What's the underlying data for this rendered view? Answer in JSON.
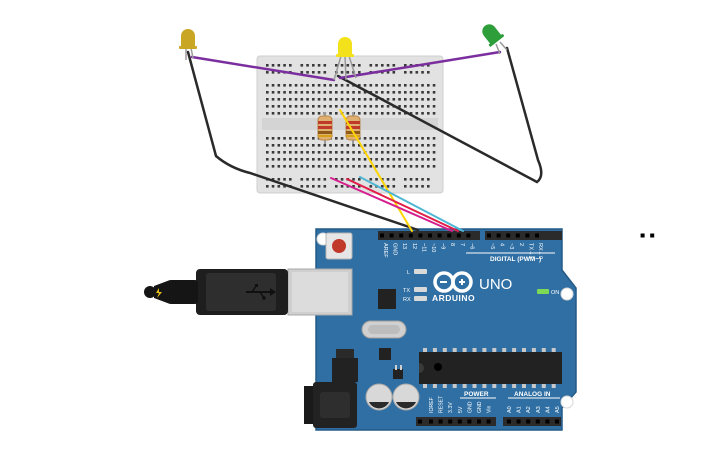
{
  "board": {
    "brand": "ARDUINO",
    "model": "UNO",
    "digital_label": "DIGITAL (PWM~)",
    "power_label": "POWER",
    "analog_label": "ANALOG IN",
    "on_label": "ON",
    "led_l": "L",
    "led_tx": "TX",
    "led_rx": "RX",
    "top_pins": [
      "AREF",
      "GND",
      "13",
      "12",
      "~11",
      "~10",
      "~9",
      "8",
      "7",
      "~6",
      "~5",
      "4",
      "~3",
      "2",
      "TX→1",
      "RX←0"
    ],
    "power_pins": [
      "IOREF",
      "RESET",
      "3.3V",
      "5V",
      "GND",
      "GND",
      "Vin"
    ],
    "analog_pins": [
      "A0",
      "A1",
      "A2",
      "A3",
      "A4",
      "A5"
    ]
  },
  "leds": [
    {
      "name": "olive",
      "color": "#c9a623"
    },
    {
      "name": "yellow",
      "color": "#f3e21b"
    },
    {
      "name": "green",
      "color": "#2e9e3a"
    }
  ],
  "wires": {
    "yellow": "#ffd400",
    "red": "#e11d48",
    "magenta": "#d61f8f",
    "cyan": "#4fb6d4",
    "purple": "#7b2f9e",
    "black": "#2a2a2a"
  }
}
